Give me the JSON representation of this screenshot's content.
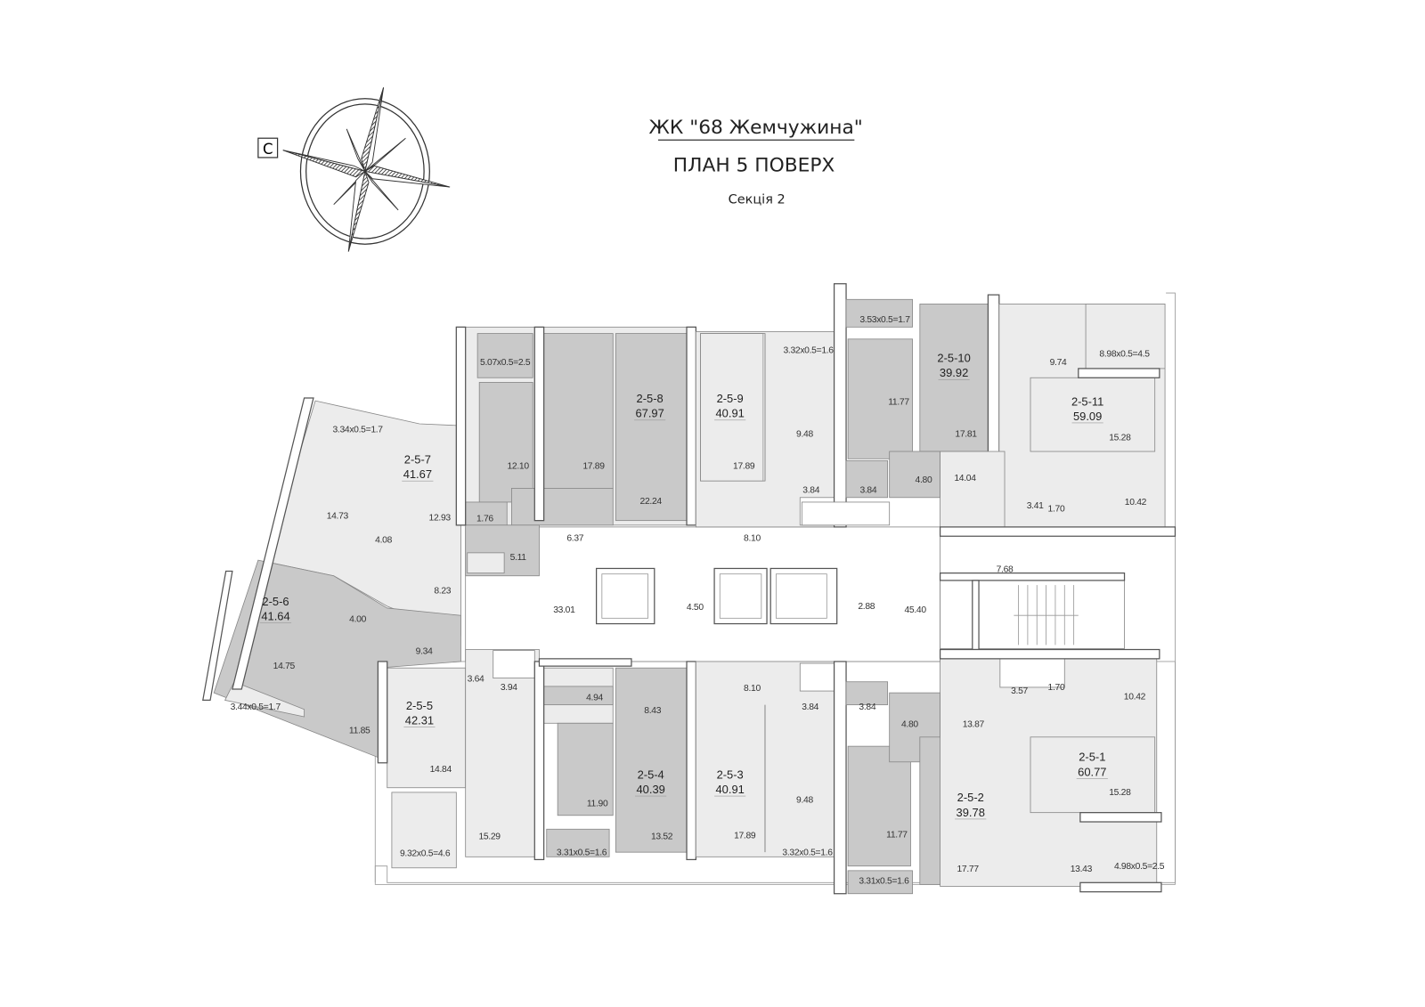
{
  "header": {
    "title": "ЖК \"68 Жемчужина\"",
    "subtitle": "ПЛАН 5 ПОВЕРХ",
    "section": "Секція 2"
  },
  "compass": {
    "north_label": "С"
  },
  "colors": {
    "dark_fill": "#c9c9c9",
    "light_fill": "#ececec",
    "line": "#555555"
  },
  "apartments": [
    {
      "id": "2-5-7",
      "area": "41.67"
    },
    {
      "id": "2-5-8",
      "area": "67.97"
    },
    {
      "id": "2-5-9",
      "area": "40.91"
    },
    {
      "id": "2-5-10",
      "area": "39.92"
    },
    {
      "id": "2-5-11",
      "area": "59.09"
    },
    {
      "id": "2-5-6",
      "area": "41.64"
    },
    {
      "id": "2-5-5",
      "area": "42.31"
    },
    {
      "id": "2-5-4",
      "area": "40.39"
    },
    {
      "id": "2-5-3",
      "area": "40.91"
    },
    {
      "id": "2-5-2",
      "area": "39.78"
    },
    {
      "id": "2-5-1",
      "area": "60.77"
    }
  ],
  "rooms": [
    "3.34x0.5=1.7",
    "5.07x0.5=2.5",
    "3.32x0.5=1.6",
    "3.53x0.5=1.7",
    "8.98x0.5=4.5",
    "9.74",
    "11.77",
    "17.81",
    "15.28",
    "12.10",
    "17.89",
    "17.89",
    "9.48",
    "14.73",
    "12.93",
    "22.24",
    "14.04",
    "4.80",
    "3.84",
    "3.84",
    "3.41",
    "1.70",
    "10.42",
    "1.76",
    "6.37",
    "8.10",
    "5.11",
    "4.08",
    "7.68",
    "8.23",
    "33.01",
    "4.50",
    "2.88",
    "45.40",
    "4.00",
    "9.34",
    "14.75",
    "3.64",
    "3.94",
    "4.94",
    "8.10",
    "8.43",
    "3.84",
    "3.84",
    "4.80",
    "3.57",
    "1.70",
    "13.87",
    "10.42",
    "3.44x0.5=1.7",
    "11.85",
    "14.84",
    "11.90",
    "15.29",
    "13.52",
    "17.89",
    "9.48",
    "11.77",
    "15.28",
    "13.43",
    "4.98x0.5=2.5",
    "17.77",
    "9.32x0.5=4.6",
    "3.31x0.5=1.6",
    "3.32x0.5=1.6",
    "3.31x0.5=1.6"
  ]
}
